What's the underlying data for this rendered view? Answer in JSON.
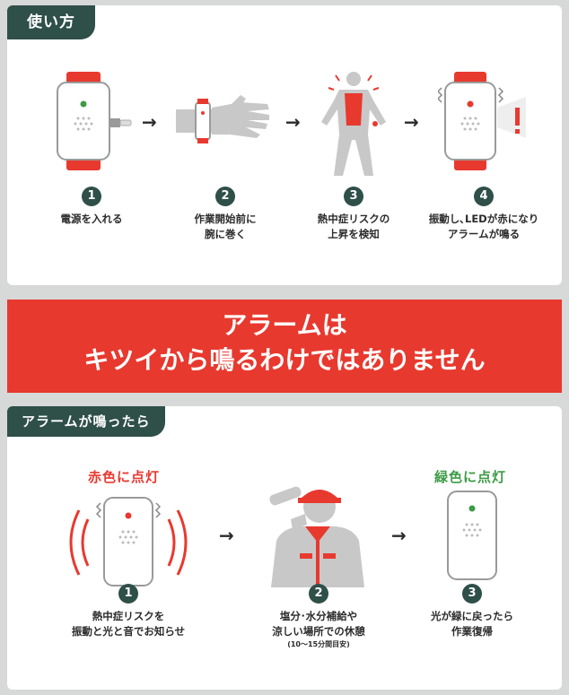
{
  "how_to": {
    "tab_label": "使い方",
    "steps": [
      {
        "number": "1",
        "lines": [
          "電源を入れる"
        ]
      },
      {
        "number": "2",
        "lines": [
          "作業開始前に",
          "腕に巻く"
        ]
      },
      {
        "number": "3",
        "lines": [
          "熱中症リスクの",
          "上昇を検知"
        ]
      },
      {
        "number": "4",
        "lines": [
          "振動し､LEDが赤になり",
          "アラームが鳴る"
        ]
      }
    ]
  },
  "banner": {
    "line1": "アラームは",
    "line2": "キツイから鳴るわけではありません"
  },
  "when_alarm": {
    "tab_label": "アラームが鳴ったら",
    "red_label": "赤色に点灯",
    "green_label": "緑色に点灯",
    "steps": [
      {
        "number": "1",
        "lines": [
          "熱中症リスクを",
          "振動と光と音でお知らせ"
        ]
      },
      {
        "number": "2",
        "lines": [
          "塩分･水分補給や",
          "涼しい場所での休憩"
        ],
        "note": "(10～15分間目安)"
      },
      {
        "number": "3",
        "lines": [
          "光が緑に戻ったら",
          "作業復帰"
        ]
      }
    ]
  },
  "colors": {
    "accent_red": "#e8392f",
    "dark_green": "#2f4f49",
    "led_green": "#3d9b45"
  },
  "icons": [
    "watch-power-icon",
    "wrist-wearing-icon",
    "heat-body-icon",
    "alarm-watch-icon",
    "alarm-vibrating-device-icon",
    "worker-drinking-icon",
    "green-device-icon",
    "arrow-right-icon"
  ]
}
